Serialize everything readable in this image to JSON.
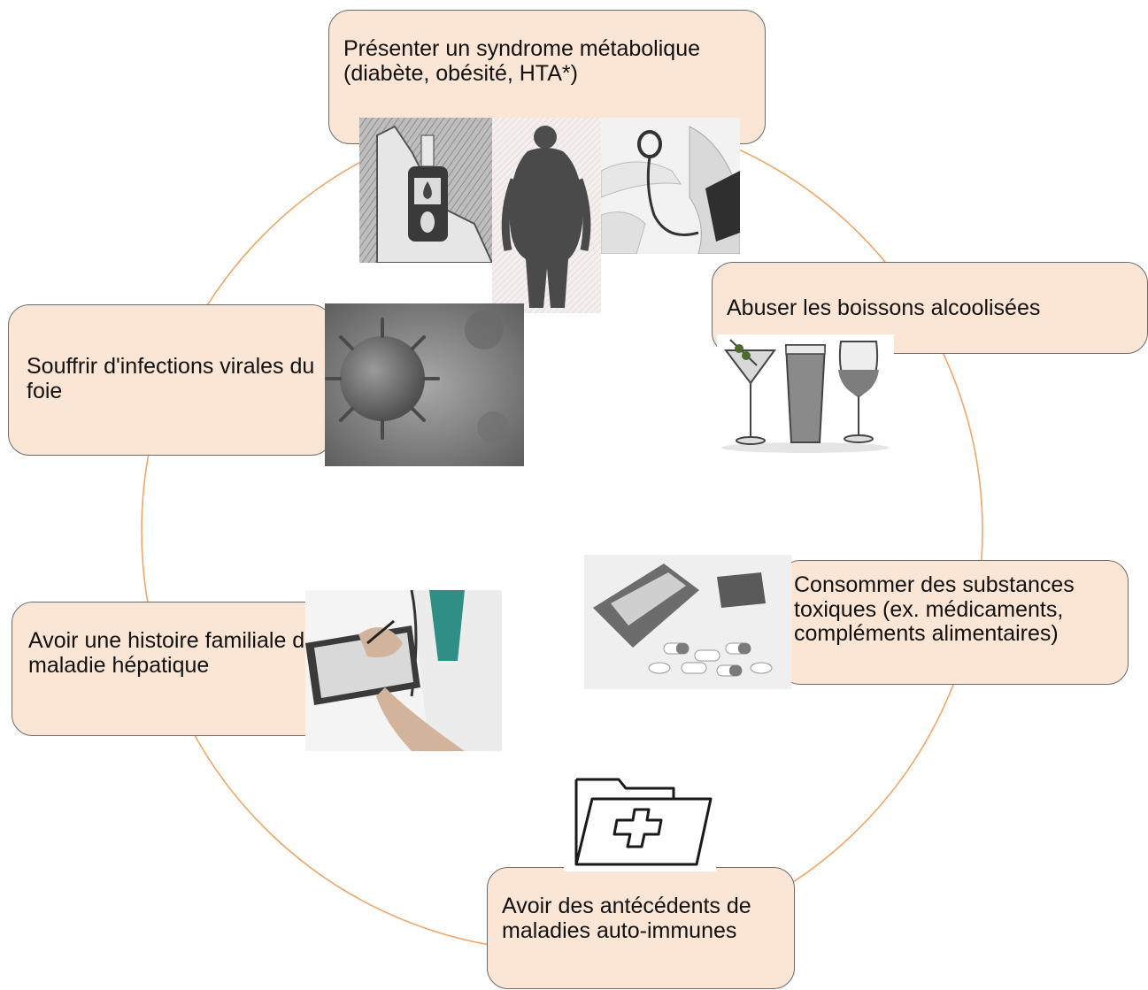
{
  "diagram": {
    "ring_color": "#f0a868",
    "box_fill": "#fbe6d5",
    "box_border": "#6b6b6b",
    "nodes": [
      {
        "id": "metabolic",
        "label": "Présenter un syndrome métabolique (diabète, obésité, HTA*)",
        "pictures": [
          "glucose-meter-icon",
          "obese-silhouette-icon",
          "blood-pressure-cuff-icon"
        ]
      },
      {
        "id": "alcohol",
        "label": "Abuser les boissons alcoolisées",
        "pictures": [
          "cocktail-beer-wine-glasses-icon"
        ]
      },
      {
        "id": "toxic",
        "label": "Consommer des substances toxiques (ex. médicaments, compléments alimentaires)",
        "pictures": [
          "pill-bottle-icon"
        ]
      },
      {
        "id": "autoimmune",
        "label": "Avoir des antécédents de maladies auto-immunes",
        "pictures": [
          "medical-folder-icon"
        ]
      },
      {
        "id": "family",
        "label": "Avoir une histoire familiale de maladie hépatique",
        "pictures": [
          "doctor-clipboard-icon"
        ]
      },
      {
        "id": "viral",
        "label": "Souffrir d'infections virales du foie",
        "pictures": [
          "virus-icon"
        ]
      }
    ]
  }
}
